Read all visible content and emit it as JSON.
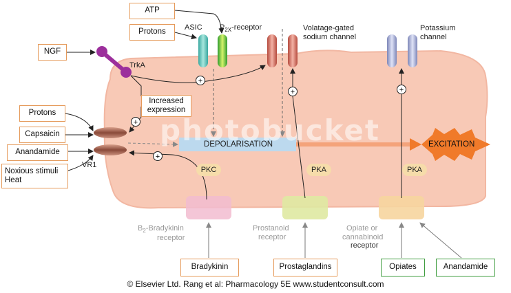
{
  "labels": {
    "atp": "ATP",
    "protons_top": "Protons",
    "ngf": "NGF",
    "protons_left": "Protons",
    "capsaicin": "Capsaicin",
    "anandamide_left": "Anandamide",
    "noxious": [
      "Noxious stimuli",
      "Heat"
    ],
    "increased_expression": [
      "Increased",
      "expression"
    ],
    "bradykinin": "Bradykinin",
    "prostaglandins": "Prostaglandins",
    "opiates": "Opiates",
    "anandamide_bottom": "Anandamide",
    "asic": "ASIC",
    "p2x_base": "P",
    "p2x_sub": "2X",
    "p2x_rest": "-receptor",
    "vg_sodium": [
      "Volatage-gated",
      "sodium channel"
    ],
    "potassium": [
      "Potassium",
      "channel"
    ],
    "trka": "TrkA",
    "vr1": "VR1",
    "depolarisation": "DEPOLARISATION",
    "excitation": "EXCITATION",
    "pkc": "PKC",
    "pka1": "PKA",
    "pka2": "PKA",
    "b2_base": "B",
    "b2_sub": "2",
    "b2_rest": "-Bradykinin",
    "b2_line2": "receptor",
    "prostanoid": [
      "Prostanoid",
      "receptor"
    ],
    "opiate_cb": [
      "Opiate or",
      "cannabinoid",
      "receptor"
    ],
    "plus": "+",
    "watermark": "photobucket",
    "copyright": "© Elsevier Ltd. Rang et al: Pharmacology 5E www.studentconsult.com"
  },
  "colors": {
    "cell": "#f8c9b6",
    "box_border": "#e59a5a",
    "green_border": "#3e9c3e",
    "trka": "#9c2f9c",
    "pill": "#f6dcaa",
    "excitation": "#f07a2a",
    "depolarisation": "#bcd9ee"
  }
}
